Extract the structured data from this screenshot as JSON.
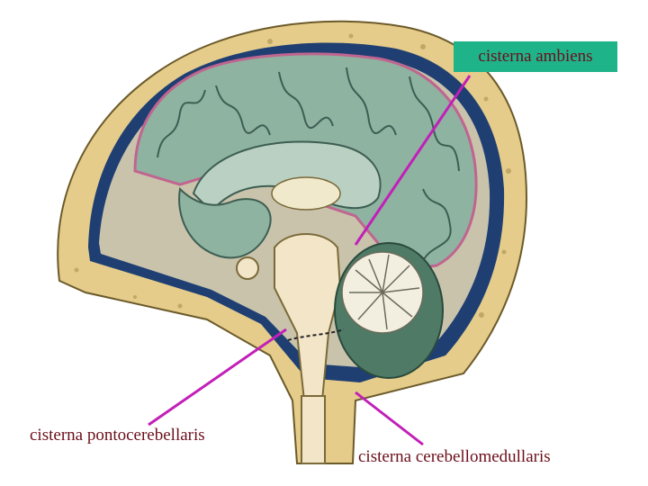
{
  "labels": {
    "ambiens": "cisterna ambiens",
    "pontocerebellaris": "cisterna pontocerebellaris",
    "cerebellomedullaris": "cisterna cerebellomedullaris"
  },
  "colors": {
    "label_text": "#6b0f1a",
    "label_highlight": "#1fb38a",
    "pointer_line": "#c21fb8",
    "bone": "#e5cc8a",
    "dura": "#1f3f73",
    "brain": "#8fb3a1",
    "csf_space": "#c9c3ac",
    "pia": "#c0658f"
  }
}
